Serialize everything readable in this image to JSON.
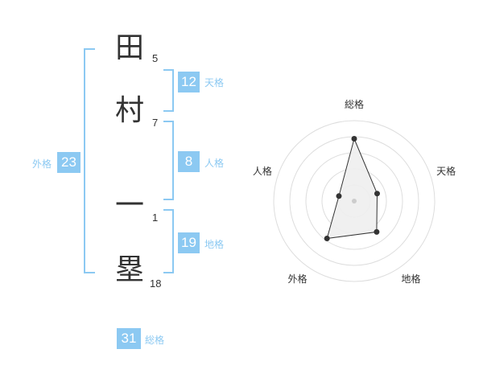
{
  "name_chars": [
    {
      "char": "田",
      "strokes": "5"
    },
    {
      "char": "村",
      "strokes": "7"
    },
    {
      "char": "一",
      "strokes": "1"
    },
    {
      "char": "塁",
      "strokes": "18"
    }
  ],
  "kakusu": {
    "tenkaku": {
      "label": "天格",
      "value": "12"
    },
    "jinkaku": {
      "label": "人格",
      "value": "8"
    },
    "chikaku": {
      "label": "地格",
      "value": "19"
    },
    "gaikaku": {
      "label": "外格",
      "value": "23"
    },
    "soukaku": {
      "label": "総格",
      "value": "31"
    }
  },
  "chart_data": {
    "type": "radar",
    "axes": [
      "総格",
      "天格",
      "地格",
      "外格",
      "人格"
    ],
    "values": [
      31,
      12,
      19,
      23,
      8
    ],
    "rings": 5,
    "colors": {
      "accent": "#8cc9f2",
      "line": "#333333",
      "fill": "#eeeeee",
      "grid": "#dddddd"
    }
  }
}
